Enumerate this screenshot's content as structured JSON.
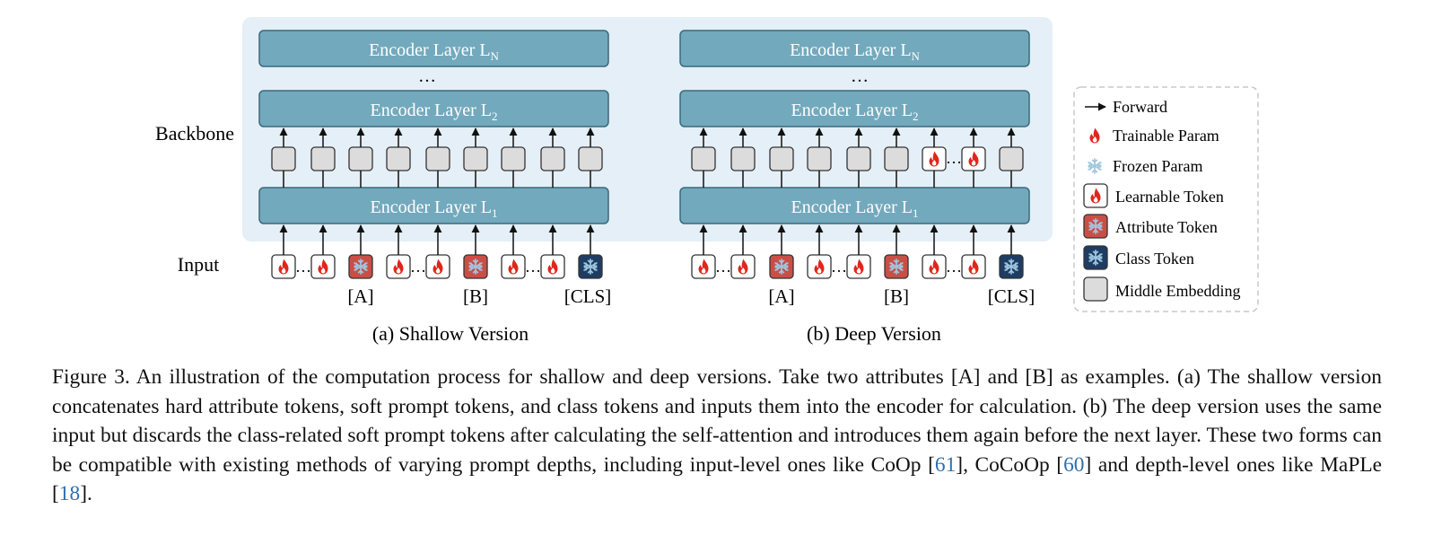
{
  "figure": {
    "row_labels": {
      "backbone": "Backbone",
      "input": "Input"
    },
    "encoder": {
      "prefix": "Encoder Layer L",
      "sub_n": "N",
      "sub_2": "2",
      "sub_1": "1"
    },
    "ellipsis": "…",
    "token_labels": {
      "a": "[A]",
      "b": "[B]",
      "cls": "[CLS]"
    },
    "subcaptions": {
      "shallow": "(a) Shallow Version",
      "deep": "(b) Deep Version"
    },
    "legend": {
      "forward": "Forward",
      "trainable": "Trainable Param",
      "frozen": "Frozen Param",
      "learnable": "Learnable Token",
      "attribute": "Attribute Token",
      "class": "Class Token",
      "middle": "Middle Embedding"
    },
    "input_sequence": [
      "learnable",
      "gap",
      "learnable",
      "attribute",
      "learnable",
      "gap",
      "learnable",
      "attribute",
      "learnable",
      "gap",
      "learnable",
      "class"
    ],
    "colors": {
      "backbone_bg": "#e5eff7",
      "encoder_fill": "#72a9bd",
      "encoder_stroke": "#3a6a7c",
      "middle_fill": "#dcdcdc",
      "attribute_fill": "#c94f46",
      "class_fill": "#1f3d63",
      "flame_red": "#e0261c",
      "snowflake": "#9ec7e0"
    }
  },
  "caption": {
    "label": "Figure 3.",
    "text_1": " An illustration of the computation process for shallow and deep versions. Take two attributes [A] and [B] as examples. (a) The shallow version concatenates hard attribute tokens, soft prompt tokens, and class tokens and inputs them into the encoder for calculation. (b) The deep version uses the same input but discards the class-related soft prompt tokens after calculating the self-attention and introduces them again before the next layer. These two forms can be compatible with existing methods of varying prompt depths, including input-level ones like CoOp [",
    "ref_1": "61",
    "text_2": "], CoCoOp [",
    "ref_2": "60",
    "text_3": "] and depth-level ones like MaPLe [",
    "ref_3": "18",
    "text_4": "]."
  }
}
